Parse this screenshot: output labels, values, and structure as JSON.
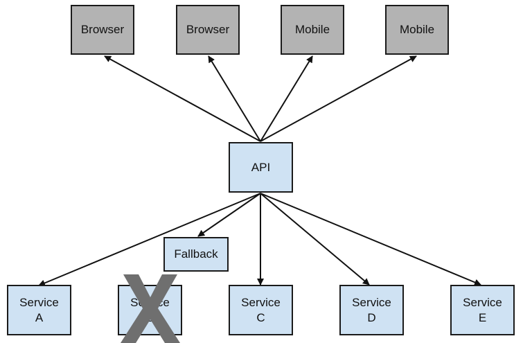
{
  "colors": {
    "client_fill": "#b3b3b3",
    "service_fill": "#cfe2f3",
    "stroke": "#1a1a1a",
    "failed_mark": "#6f6f6f"
  },
  "clients": [
    {
      "label": "Browser"
    },
    {
      "label": "Browser"
    },
    {
      "label": "Mobile"
    },
    {
      "label": "Mobile"
    }
  ],
  "api": {
    "label": "API"
  },
  "fallback": {
    "label": "Fallback"
  },
  "services": [
    {
      "line1": "Service",
      "line2": "A",
      "failed": false
    },
    {
      "line1": "Service",
      "line2": "B",
      "failed": true
    },
    {
      "line1": "Service",
      "line2": "C",
      "failed": false
    },
    {
      "line1": "Service",
      "line2": "D",
      "failed": false
    },
    {
      "line1": "Service",
      "line2": "E",
      "failed": false
    }
  ],
  "failed_marker_icon": "x-icon"
}
